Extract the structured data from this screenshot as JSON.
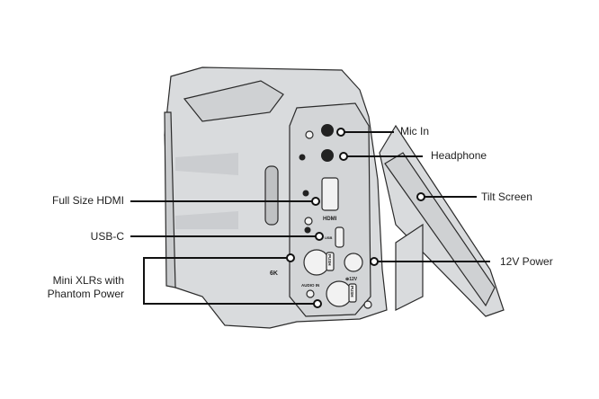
{
  "labels": {
    "mic_in": "Mic In",
    "headphone": "Headphone",
    "tilt_screen": "Tilt Screen",
    "hdmi": "Full Size HDMI",
    "usb_c": "USB-C",
    "power": "12V Power",
    "xlr_line1": "Mini XLRs with",
    "xlr_line2": "Phantom Power"
  },
  "body_markings": {
    "hdmi": "HDMI",
    "usb": "USB",
    "v12": "⊕12V",
    "audio_in": "AUDIO IN",
    "push": "PUSH",
    "badge": "6K"
  },
  "colors": {
    "body": "#d9dbdd",
    "stroke": "#2b2b2b",
    "leader": "#111111"
  }
}
